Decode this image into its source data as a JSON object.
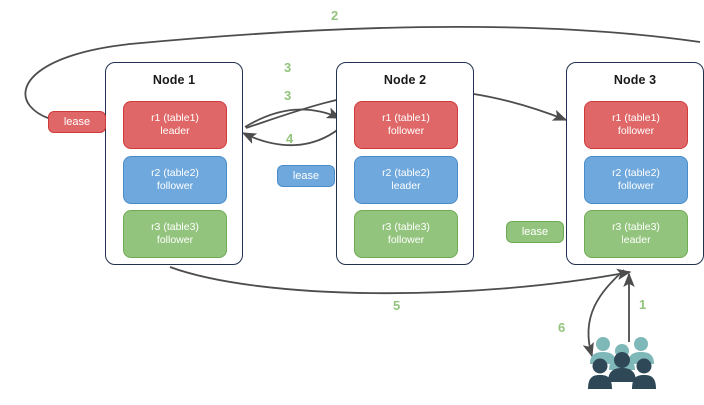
{
  "diagram": {
    "title": "distributed-lease-diagram",
    "colors": {
      "replica_red": "#e06767",
      "replica_blue": "#6fa8dc",
      "replica_green": "#93c47d",
      "node_border": "#22314f",
      "arrow": "#4d4d4d",
      "step_label": "#93c47d"
    },
    "nodes": [
      {
        "id": "node-1",
        "title": "Node 1",
        "replicas": [
          {
            "name": "r1 (table1)",
            "role": "leader",
            "color": "red"
          },
          {
            "name": "r2 (table2)",
            "role": "follower",
            "color": "blue"
          },
          {
            "name": "r3 (table3)",
            "role": "follower",
            "color": "green"
          }
        ]
      },
      {
        "id": "node-2",
        "title": "Node 2",
        "replicas": [
          {
            "name": "r1 (table1)",
            "role": "follower",
            "color": "red"
          },
          {
            "name": "r2 (table2)",
            "role": "leader",
            "color": "blue"
          },
          {
            "name": "r3 (table3)",
            "role": "follower",
            "color": "green"
          }
        ]
      },
      {
        "id": "node-3",
        "title": "Node 3",
        "replicas": [
          {
            "name": "r1 (table1)",
            "role": "follower",
            "color": "red"
          },
          {
            "name": "r2 (table2)",
            "role": "follower",
            "color": "blue"
          },
          {
            "name": "r3 (table3)",
            "role": "leader",
            "color": "green"
          }
        ]
      }
    ],
    "leases": [
      {
        "id": "lease-red",
        "label": "lease",
        "color": "red"
      },
      {
        "id": "lease-blue",
        "label": "lease",
        "color": "blue"
      },
      {
        "id": "lease-green",
        "label": "lease",
        "color": "green"
      }
    ],
    "steps": [
      {
        "id": "step-1",
        "label": "1"
      },
      {
        "id": "step-2",
        "label": "2"
      },
      {
        "id": "step-3a",
        "label": "3"
      },
      {
        "id": "step-3b",
        "label": "3"
      },
      {
        "id": "step-4",
        "label": "4"
      },
      {
        "id": "step-5",
        "label": "5"
      },
      {
        "id": "step-6",
        "label": "6"
      }
    ],
    "client": {
      "id": "users",
      "icon": "users-icon"
    }
  }
}
